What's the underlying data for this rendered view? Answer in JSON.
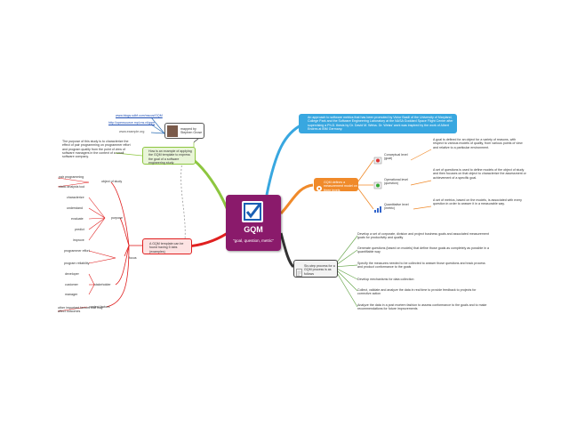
{
  "central": {
    "title": "GQM",
    "subtitle": "\"goal, question, metric\"",
    "icon": "checkmark-logo-icon"
  },
  "links": {
    "link1": "www.blogs.sdbf.com/nscos/GQM",
    "link2": "http://opensource.mpl.ms.nl/gqm",
    "link3": "www.example.org"
  },
  "mapped_by": {
    "text": "mapped by Stephen Grose"
  },
  "blue_node": {
    "text": "An approach to software metrics that has been promoted by Victor Basili of the University of Maryland, College Park and the Software Engineering Laboratory at the NASA Goddard Space Flight Center after supervising a Ph.D. thesis by Dr. David M. Weiss. Dr. Weiss' work was inspired by the work of Albert Endres at IBM Germany."
  },
  "orange_node": {
    "text": "GQM defines a measurement model on three levels",
    "levels": [
      {
        "label": "Conceptual level (goal)",
        "desc": "A goal is defined for an object for a variety of reasons, with respect to various models of quality, from various points of view and relative to a particular environment."
      },
      {
        "label": "Operational level (question)",
        "desc": "A set of questions is used to define models of the object of study and then focuses on that object to characterize the assessment or achievement of a specific goal."
      },
      {
        "label": "Quantitative level (metric)",
        "desc": "A set of metrics, based on the models, is associated with every question in order to answer it in a measurable way."
      }
    ]
  },
  "steps_node": {
    "text": "Six-step process for a GQM process is as follows",
    "steps": [
      "Develop a set of corporate, division and project business goals and associated measurement goals for productivity and quality",
      "Generate questions (based on models) that define those goals as completely as possible in a quantifiable way",
      "Specify the measures needed to be collected to answer those questions and track process and product conformance to the goals",
      "Develop mechanisms for data collection",
      "Collect, validate and analyze the data in real time to provide feedback to projects for corrective action",
      "Analyze the data in a post mortem fashion to assess conformance to the goals and to make recommendations for future improvements"
    ]
  },
  "green_node": {
    "text": "How is an example of applying the GQM template to express the goal of a software engineering study",
    "desc": "The purpose of this study is to characterize the effect of pair programming on programmer effort and program quality from the point of view of software managers in the context of a small software company."
  },
  "red_node": {
    "text": "A GQM template can be found having 5 tabs (examples)",
    "object": {
      "label": "object of study",
      "items": [
        "pair programming",
        "static analysis tool"
      ]
    },
    "purpose": {
      "label": "purpose",
      "items": [
        "characterize",
        "understand",
        "evaluate",
        "predict",
        "improve"
      ]
    },
    "focus": {
      "label": "focus",
      "items": [
        "programmer effort",
        "program reliability"
      ]
    },
    "stakeholder": {
      "label": "stakeholder",
      "items": [
        "developer",
        "customer",
        "manager"
      ]
    },
    "context": {
      "label": "context factors",
      "items": [
        "other important factors that may affect outcomes"
      ]
    }
  }
}
